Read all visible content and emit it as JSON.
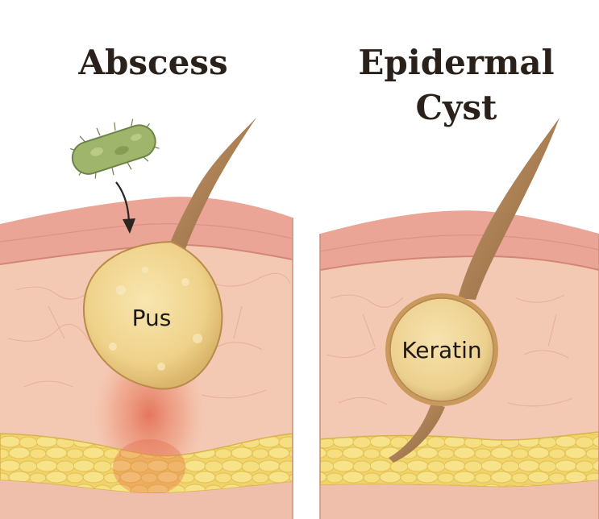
{
  "panels": {
    "abscess": {
      "title": "Abscess",
      "label": "Pus"
    },
    "cyst": {
      "title_line1": "Epidermal",
      "title_line2": "Cyst",
      "label": "Keratin"
    }
  },
  "colors": {
    "skin": "#f3c8b3",
    "epidermis": "#e9a79a",
    "fat": "#f4de7a",
    "sac": "#f1d894",
    "hair": "#a87a4e",
    "inflammation": "#e0604a",
    "bacterium": "#9bb36a",
    "text": "#2a211b"
  },
  "icons": {
    "bacterium": "bacterium-icon",
    "arrow": "arrow-icon"
  }
}
